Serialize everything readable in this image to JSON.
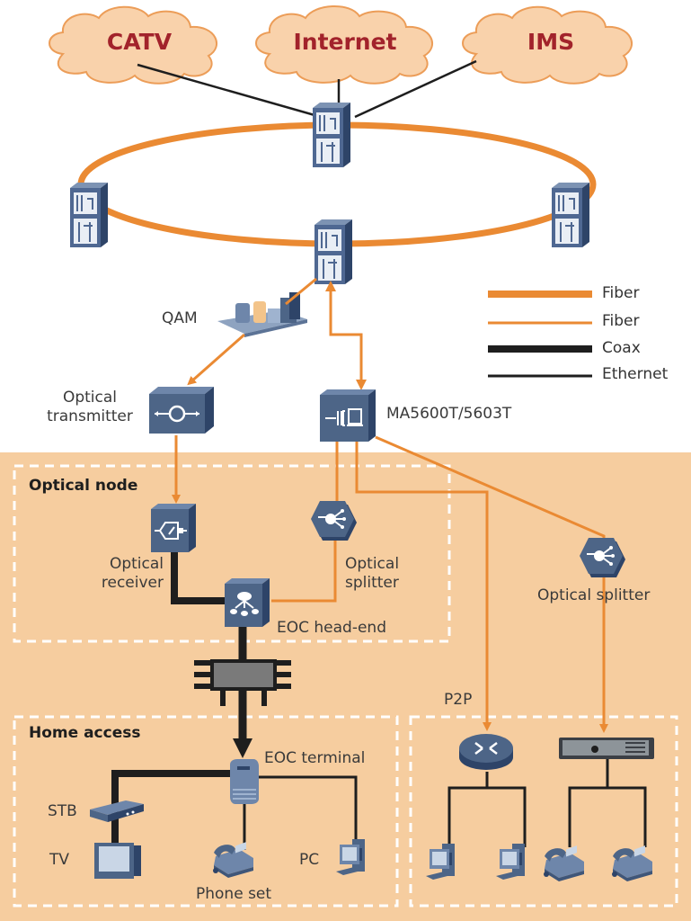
{
  "colors": {
    "fiber": "#ea8a33",
    "coax": "#1e1e1e",
    "ethernet": "#1e1e1e",
    "zone_background": "#f6cd9f",
    "cloud_fill": "#f9d2ab",
    "cloud_text": "#a2232b",
    "device_blue": "#4d6587",
    "dashed_border": "#ffffff"
  },
  "clouds": [
    {
      "id": "catv",
      "label": "CATV"
    },
    {
      "id": "internet",
      "label": "Internet"
    },
    {
      "id": "ims",
      "label": "IMS"
    }
  ],
  "ring": {
    "label": "",
    "nodes": [
      "core-router-top",
      "core-router-left",
      "core-router-right",
      "core-router-bottom"
    ]
  },
  "legend": {
    "items": [
      {
        "label": "Fiber",
        "style": "thick-orange"
      },
      {
        "label": "Fiber",
        "style": "thin-orange"
      },
      {
        "label": "Coax",
        "style": "thick-black"
      },
      {
        "label": "Ethernet",
        "style": "thin-black"
      }
    ]
  },
  "devices": {
    "qam": "QAM",
    "optical_transmitter": "Optical\ntransmitter",
    "olt": "MA5600T/5603T",
    "optical_receiver": "Optical\nreceiver",
    "optical_splitter_node": "Optical\nsplitter",
    "eoc_headend": "EOC head-end",
    "optical_splitter_right": "Optical splitter",
    "p2p": "P2P",
    "eoc_terminal": "EOC terminal",
    "stb": "STB",
    "tv": "TV",
    "phone_set": "Phone set",
    "pc": "PC"
  },
  "zones": {
    "optical_node": "Optical node",
    "home_access": "Home access"
  }
}
